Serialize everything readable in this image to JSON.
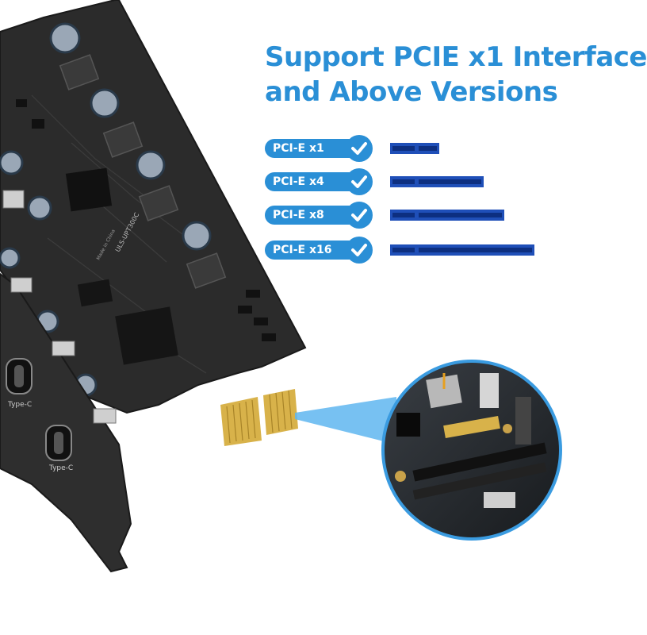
{
  "headline": {
    "line1": "Support PCIE x1 Interface",
    "line2": "and Above Versions"
  },
  "slots": [
    {
      "label": "PCI-E  x1"
    },
    {
      "label": "PCI-E  x4"
    },
    {
      "label": "PCI-E  x8"
    },
    {
      "label": "PCI-E  x16"
    }
  ],
  "board": {
    "chip_label": "ULS-UPT300C",
    "made_in": "Made in China",
    "port_label_1": "Type-C",
    "port_label_2": "Type-C"
  },
  "colors": {
    "accent": "#2a8fd6",
    "slot_blue": "#1f4fb8",
    "pcb": "#2b2b2b",
    "bracket": "#2e2e2e",
    "gold": "#d8b24a"
  },
  "icons": [
    "check-icon"
  ]
}
